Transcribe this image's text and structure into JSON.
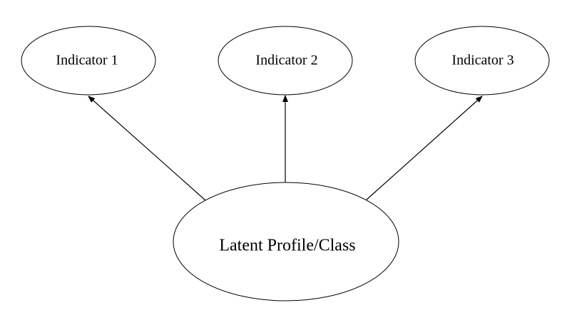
{
  "diagram": {
    "indicators": [
      {
        "label": "Indicator 1"
      },
      {
        "label": "Indicator 2"
      },
      {
        "label": "Indicator 3"
      }
    ],
    "latent": {
      "label": "Latent Profile/Class"
    },
    "edges": [
      {
        "from": "latent",
        "to": "indicator-1"
      },
      {
        "from": "latent",
        "to": "indicator-2"
      },
      {
        "from": "latent",
        "to": "indicator-3"
      }
    ]
  }
}
